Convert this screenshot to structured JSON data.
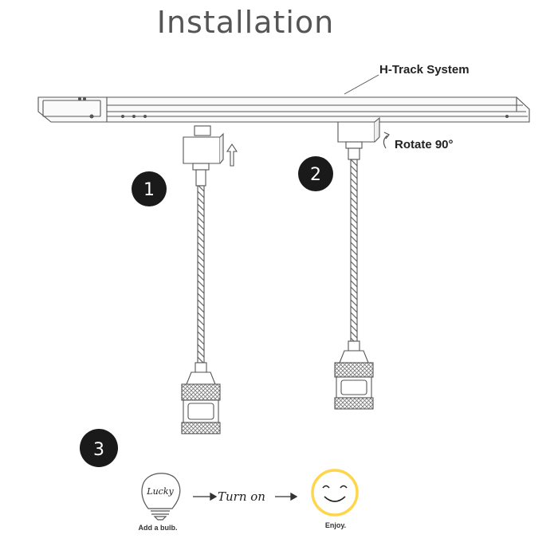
{
  "title": "Installation",
  "track_label": "H-Track System",
  "rotate_label": "Rotate 90°",
  "steps": [
    "1",
    "2",
    "3"
  ],
  "bulb_text": "Lucky",
  "bulb_caption": "Add a bulb.",
  "turn_on_label": "Turn on",
  "enjoy_caption": "Enjoy.",
  "icons": {
    "up_arrow": "up-arrow-icon",
    "rotate": "rotate-arrow-icon",
    "bulb": "light-bulb-icon",
    "arrow": "right-arrow-icon",
    "smiley": "smiley-icon"
  },
  "colors": {
    "smiley_fill": "#ffd54a",
    "line": "#555555",
    "step_badge": "#1a1a1a"
  }
}
